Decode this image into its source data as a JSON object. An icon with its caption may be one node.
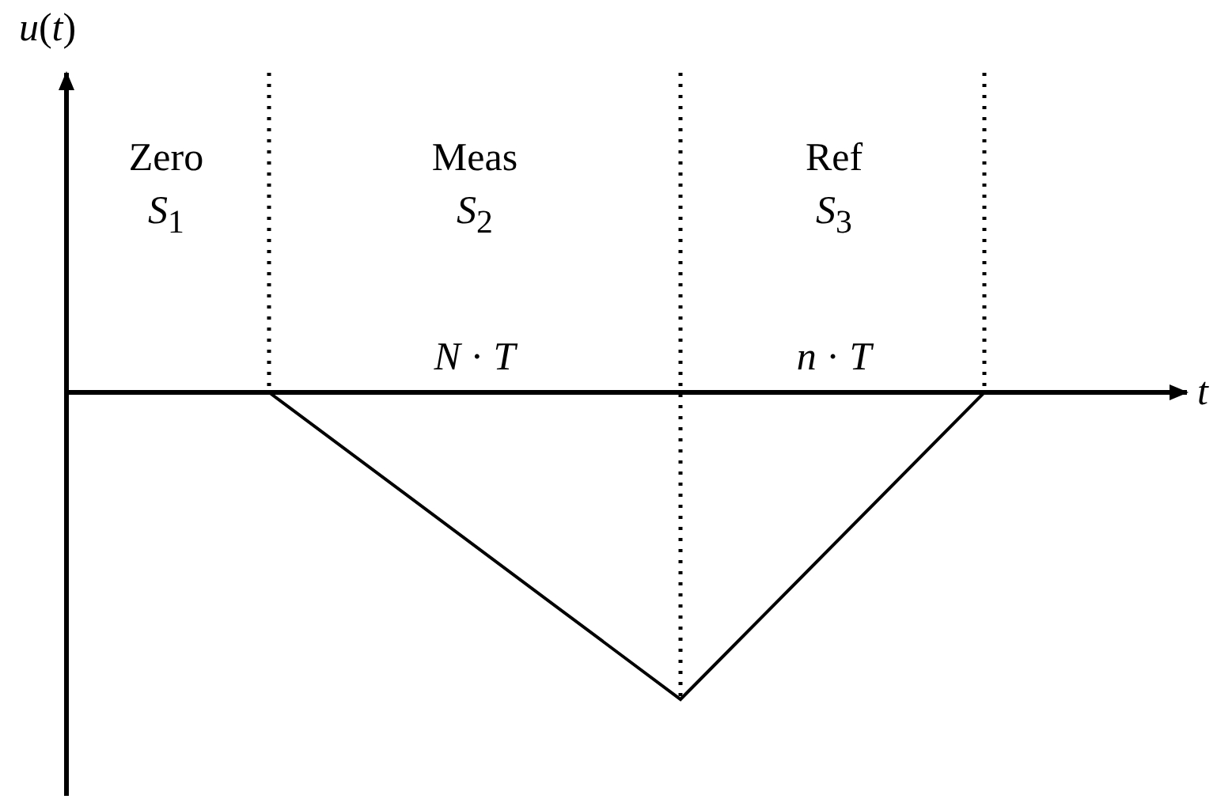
{
  "diagram": {
    "labels": [
      "*u*(*t*)",
      "t",
      "Zero",
      "*S*$_{1}$",
      "Meas",
      "*S*$_{2}$",
      "Ref",
      "*S*$_{3}$",
      "*N* · *T*",
      "*n* · *T*"
    ]
  }
}
